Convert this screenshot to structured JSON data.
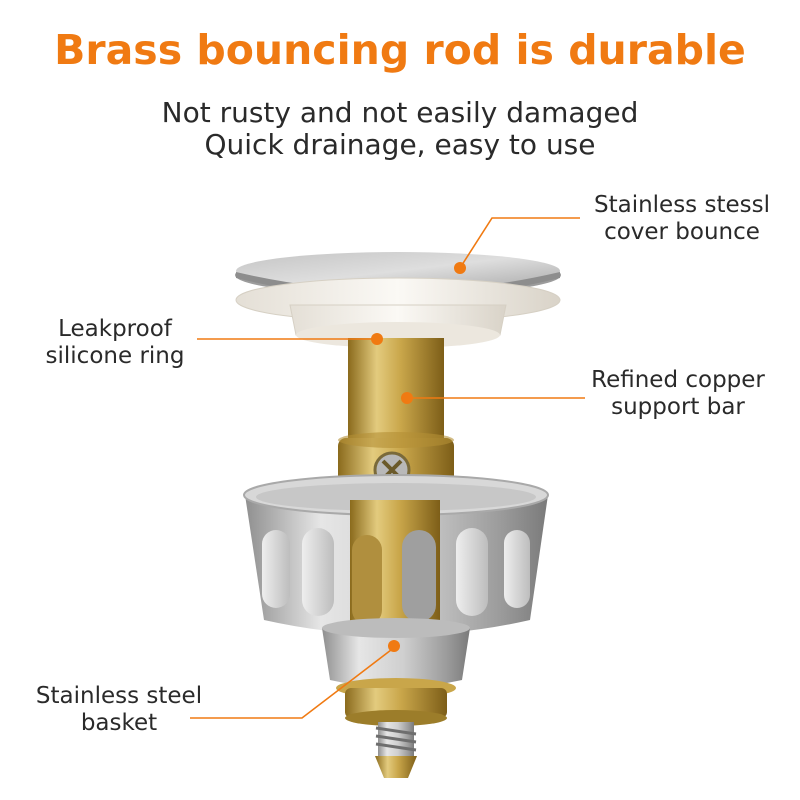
{
  "header": {
    "title": "Brass bouncing rod is durable",
    "subtitle_line1": "Not rusty and not easily damaged",
    "subtitle_line2": "Quick drainage, easy to use"
  },
  "callouts": {
    "cover": {
      "line1": "Stainless stessl",
      "line2": "cover bounce"
    },
    "ring": {
      "line1": "Leakproof",
      "line2": "silicone ring"
    },
    "bar": {
      "line1": "Refined copper",
      "line2": "support bar"
    },
    "basket": {
      "line1": "Stainless steel",
      "line2": "basket"
    }
  },
  "colors": {
    "accent": "#f07a12",
    "text": "#2a2a2a",
    "steel": "#c9c9c9",
    "brass": "#c9a64a",
    "silicone": "#f3efe8"
  }
}
